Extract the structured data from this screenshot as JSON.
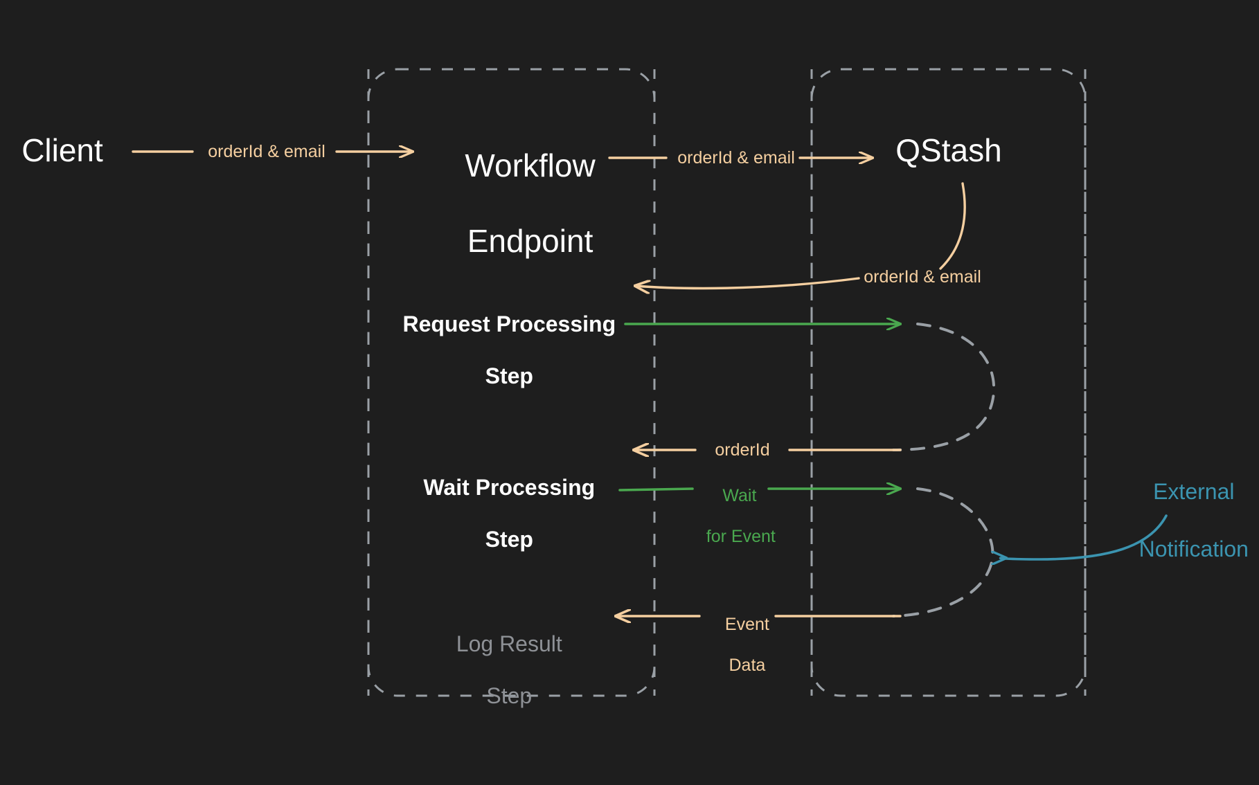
{
  "diagram": {
    "title": "Workflow with Wait for Event sequence diagram",
    "background_color": "#1e1e1e",
    "colors": {
      "message": "#f5cfa0",
      "green": "#4aa84f",
      "blue": "#3b94b0",
      "dashed_gray": "#9aa0a6",
      "text": "#ffffff",
      "text_dim": "#8e9196"
    }
  },
  "actors": [
    {
      "id": "client",
      "label": "Client",
      "boxed": false
    },
    {
      "id": "workflow",
      "label": "Workflow\nEndpoint",
      "boxed": true
    },
    {
      "id": "qstash",
      "label": "QStash",
      "boxed": true
    }
  ],
  "steps": [
    {
      "id": "request-processing-step",
      "label": "Request Processing\nStep",
      "state": "active"
    },
    {
      "id": "wait-processing-step",
      "label": "Wait Processing\nStep",
      "state": "active"
    },
    {
      "id": "log-result-step",
      "label": "Log Result\nStep",
      "state": "pending"
    }
  ],
  "messages": [
    {
      "id": "client-to-workflow",
      "label": "orderId & email",
      "color": "#f5cfa0",
      "direction": "right"
    },
    {
      "id": "workflow-to-qstash",
      "label": "orderId & email",
      "color": "#f5cfa0",
      "direction": "right"
    },
    {
      "id": "qstash-to-request-step",
      "label": "orderId & email",
      "color": "#f5cfa0",
      "direction": "left"
    },
    {
      "id": "request-step-to-qstash",
      "label": "",
      "color": "#4aa84f",
      "direction": "right"
    },
    {
      "id": "qstash-to-wait-step",
      "label": "orderId",
      "color": "#f5cfa0",
      "direction": "left"
    },
    {
      "id": "wait-step-to-qstash",
      "label": "Wait\nfor Event",
      "color": "#4aa84f",
      "direction": "right"
    },
    {
      "id": "qstash-to-log-step",
      "label": "Event\nData",
      "color": "#f5cfa0",
      "direction": "left"
    },
    {
      "id": "external-notification",
      "label": "External\nNotification",
      "color": "#3b94b0",
      "direction": "left"
    }
  ],
  "labels": {
    "client": "Client",
    "workflow_line1": "Workflow",
    "workflow_line2": "Endpoint",
    "qstash": "QStash",
    "request_step_line1": "Request Processing",
    "request_step_line2": "Step",
    "wait_step_line1": "Wait Processing",
    "wait_step_line2": "Step",
    "log_step_line1": "Log Result",
    "log_step_line2": "Step",
    "msg_order_email_1": "orderId & email",
    "msg_order_email_2": "orderId & email",
    "msg_order_email_3": "orderId & email",
    "msg_order_id": "orderId",
    "msg_wait_line1": "Wait",
    "msg_wait_line2": "for Event",
    "msg_event_line1": "Event",
    "msg_event_line2": "Data",
    "msg_external_line1": "External",
    "msg_external_line2": "Notification"
  }
}
